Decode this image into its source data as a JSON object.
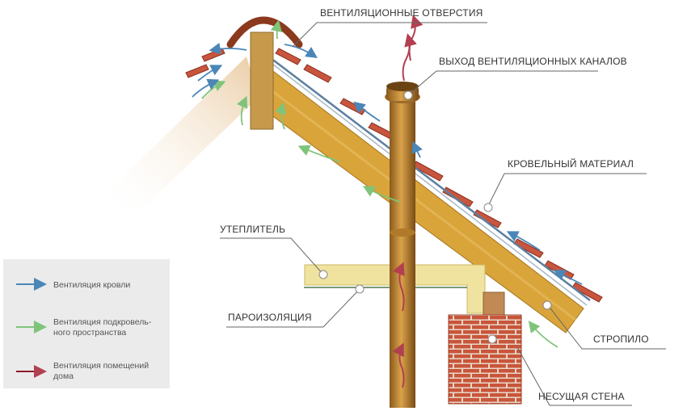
{
  "callouts": {
    "vent_holes": "ВЕНТИЛЯЦИОННЫЕ ОТВЕРСТИЯ",
    "vent_outlet": "ВЫХОД ВЕНТИЛЯЦИОННЫХ КАНАЛОВ",
    "roofing": "КРОВЕЛЬНЫЙ МАТЕРИАЛ",
    "insulation": "УТЕПЛИТЕЛЬ",
    "vapor_barrier": "ПАРОИЗОЛЯЦИЯ",
    "rafter": "СТРОПИЛО",
    "wall": "НЕСУЩАЯ СТЕНА"
  },
  "legend": {
    "roof": {
      "label": "Вентиляция кровли",
      "color": "#4a86b8"
    },
    "underroof": {
      "line1": "Вентиляция подкровель-",
      "line2": "ного пространства",
      "color": "#7fc47a"
    },
    "house": {
      "line1": "Вентиляция помещений",
      "line2": "дома",
      "color": "#8b1c2c"
    }
  },
  "colors": {
    "wood": "#d9a43a",
    "pipe": "#c48a33",
    "brick": "#c9553a",
    "tile": "#c8553d",
    "insulation": "#f0e3a0",
    "cap": "#8b3a1e"
  }
}
